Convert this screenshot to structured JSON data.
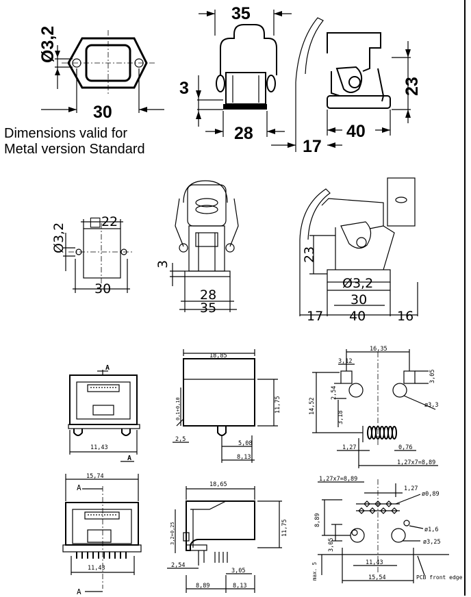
{
  "note": {
    "line1": "Dimensions valid for",
    "line2": "Metal version Standard"
  },
  "row1": {
    "d_phi": "Ø3,2",
    "d_30": "30",
    "d_35": "35",
    "d_3": "3",
    "d_28": "28",
    "d_23": "23",
    "d_40": "40",
    "d_17": "17"
  },
  "row2": {
    "d_phi": "Ø3,2",
    "d_sq22": "□22",
    "d_30": "30",
    "d_3": "3",
    "d_28": "28",
    "d_35": "35",
    "d_23": "23",
    "d_phi_b": "Ø3,2",
    "d_30b": "30",
    "d_17": "17",
    "d_40": "40",
    "d_16": "16"
  },
  "row3": {
    "marker_a_top": "A",
    "marker_a_bot": "A",
    "d_1143": "11,43",
    "d_1885": "18,85",
    "d_1175": "11,75",
    "d_tol": "0,1+0,10",
    "d_25": "2,5",
    "d_508": "5,08",
    "d_813": "8,13",
    "d_1635": "16,35",
    "d_312": "3,12",
    "d_305": "3,05",
    "d_254": "2,54",
    "d_1452": "14,52",
    "d_318": "3,18",
    "d_phi33": "ø3,3",
    "d_127": "1,27",
    "d_076": "0,76",
    "d_127x7": "1,27x7=8,89"
  },
  "row4": {
    "d_1574": "15,74",
    "marker_a_top": "A",
    "marker_a_bot": "A",
    "d_1143": "11,43",
    "d_1865": "18,65",
    "d_1175": "11,75",
    "d_32": "3,2+0,25",
    "d_254": "2,54",
    "d_305": "3,05",
    "d_889": "8,89",
    "d_813": "8,13",
    "d_127x7": "1,27x7=8,89",
    "d_127": "1,27",
    "d_phi089": "ø0,89",
    "d_889v": "8,89",
    "d_phi16": "ø1,6",
    "d_305v": "3,05",
    "d_phi325": "ø3,25",
    "d_max5": "max. 5",
    "d_1143b": "11,43",
    "d_1554": "15,54",
    "pcb_label": "PCB front edge"
  }
}
